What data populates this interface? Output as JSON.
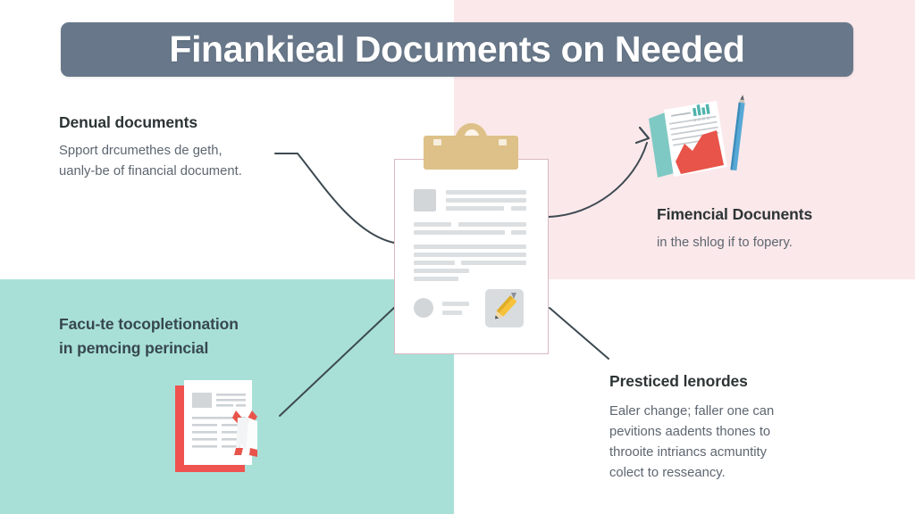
{
  "title": {
    "text": "Finankieal Documents on Needed",
    "bar_color": "#68788a",
    "text_color": "#ffffff"
  },
  "background": {
    "top_left_color": "#ffffff",
    "top_right_color": "#fbe8ea",
    "bottom_left_color": "#a8e0d8",
    "bottom_right_color": "#ffffff"
  },
  "blocks": {
    "top_left": {
      "heading": "Denual documents",
      "body_lines": [
        "Spport drcumethes de geth,",
        "uanly-be of financial document."
      ]
    },
    "top_right": {
      "heading": "Fimencial Docunents",
      "body_lines": [
        "in the shlog if to fopery."
      ]
    },
    "bottom_left": {
      "heading_lines": [
        "Facu-te tocopletionation",
        "in pemcing perincial"
      ]
    },
    "bottom_right": {
      "heading": "Presticed lenordes",
      "body_lines": [
        "Ealer change; faller one can",
        "pevitions aadents thones to",
        "throoite intriancs acmuntity",
        "colect to resseancy."
      ]
    }
  },
  "illustrations": {
    "center": {
      "name": "clipboard-with-document",
      "clip_color": "#ddc188",
      "page_border_color": "#d9b9c2",
      "line_color": "#dcdfe1",
      "pencil_color": "#f6c23a"
    },
    "top_right": {
      "name": "financial-report-with-pencil",
      "sheet_color": "#ffffff",
      "back_sheet_color": "#7fc9c4",
      "chart_color": "#e8544a",
      "pencil_color": "#57a8d6"
    },
    "bottom_left": {
      "name": "certificate-with-ribbon",
      "sheet_color": "#ffffff",
      "back_sheet_color": "#ef5350",
      "ribbon_color": "#e8544a"
    }
  },
  "connectors": {
    "line_color": "#3d4a52",
    "arrow_target": "top-right-icon"
  }
}
